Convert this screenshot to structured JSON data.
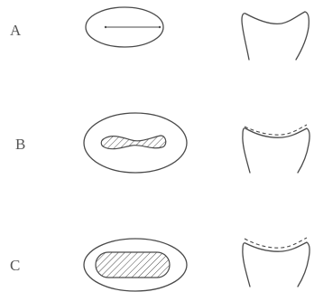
{
  "rows": [
    {
      "label": "A",
      "facet": "line",
      "wear_outline": false
    },
    {
      "label": "B",
      "facet": "hourglass",
      "wear_outline": true
    },
    {
      "label": "C",
      "facet": "oval",
      "wear_outline": true
    }
  ]
}
